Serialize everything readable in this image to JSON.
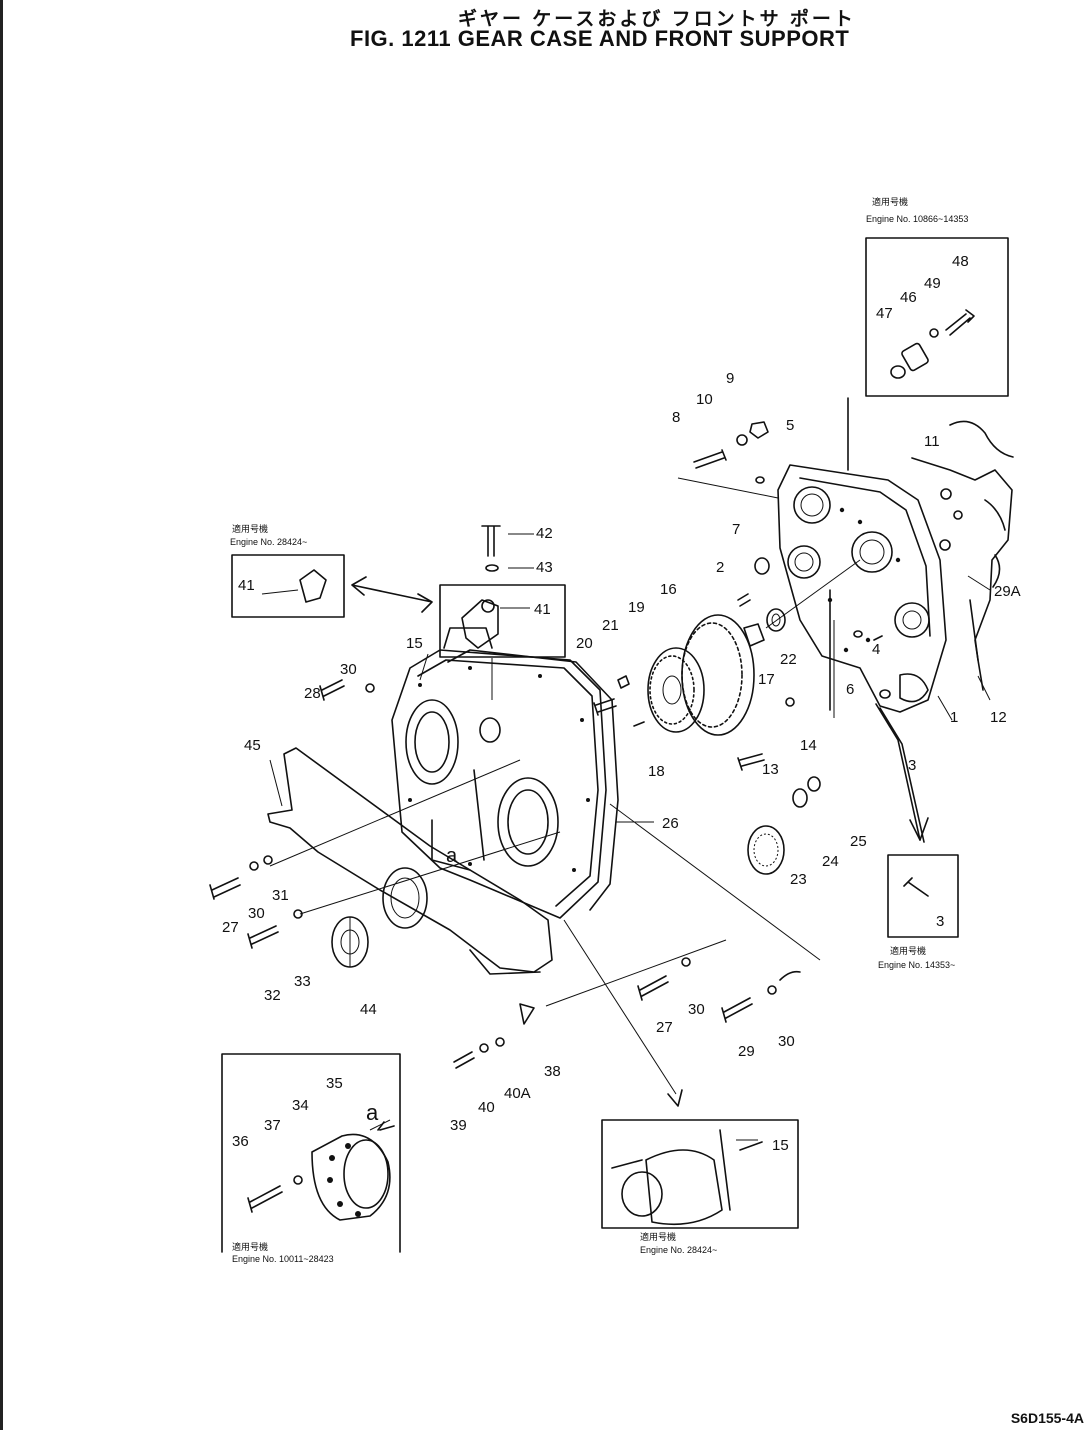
{
  "header": {
    "title_jp": "ギヤー ケースおよび フロントサ ポート",
    "title_en": "FIG. 1211  GEAR CASE AND FRONT SUPPORT"
  },
  "footer": {
    "drawing_code": "S6D155-4A"
  },
  "insets": {
    "top_right": {
      "note_jp": "適用号機",
      "note_en": "Engine No. 10866~14353"
    },
    "left_41": {
      "note_jp": "適用号機",
      "note_en": "Engine No. 28424~"
    },
    "right_3": {
      "note_jp": "適用号機",
      "note_en": "Engine No. 14353~"
    },
    "bottom_left": {
      "note_jp": "適用号機",
      "note_en": "Engine No. 10011~28423"
    },
    "bottom_mid": {
      "note_jp": "適用号機",
      "note_en": "Engine No. 28424~"
    }
  },
  "callouts": [
    "48",
    "49",
    "46",
    "47",
    "9",
    "10",
    "8",
    "5",
    "11",
    "7",
    "2",
    "29A",
    "4",
    "12",
    "22",
    "17",
    "6",
    "1",
    "3",
    "16",
    "19",
    "21",
    "20",
    "18",
    "14",
    "13",
    "25",
    "24",
    "23",
    "42",
    "43",
    "41",
    "41",
    "15",
    "30",
    "28",
    "45",
    "26",
    "a",
    "31",
    "30",
    "27",
    "33",
    "32",
    "44",
    "27",
    "30",
    "29",
    "30",
    "38",
    "40A",
    "40",
    "39",
    "35",
    "34",
    "a",
    "37",
    "36",
    "15",
    "3"
  ]
}
